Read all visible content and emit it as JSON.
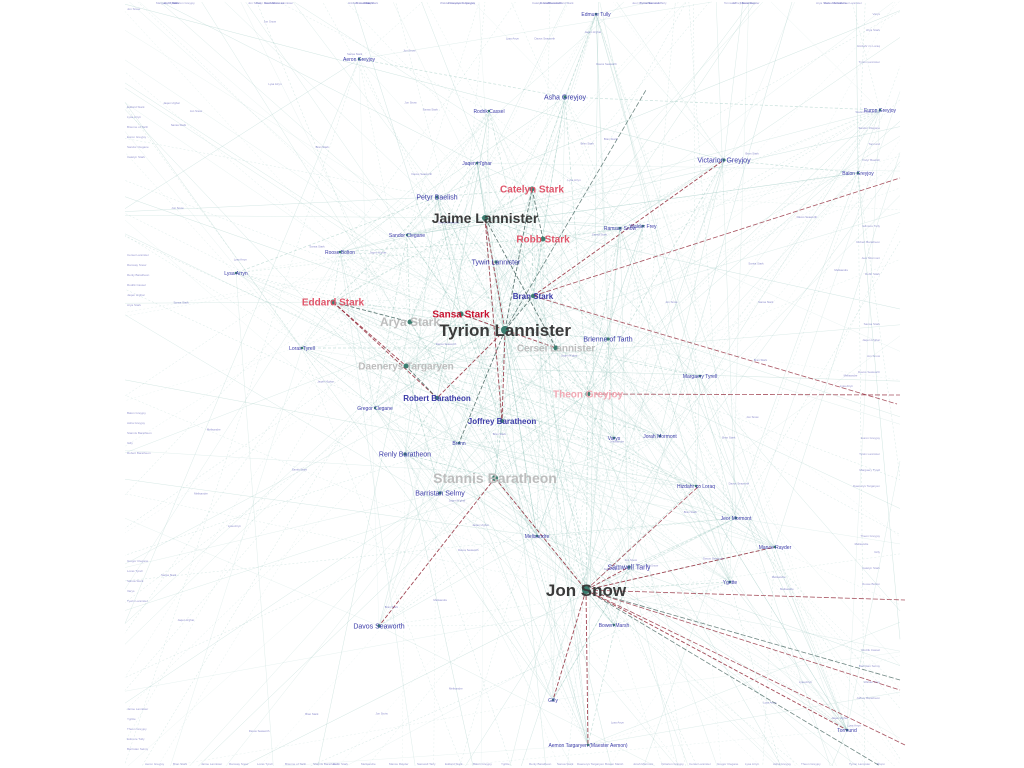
{
  "colors": {
    "background": "#ffffff",
    "edge_faint": "#9cc8c0",
    "edge_red": "#8b1a2b",
    "edge_dark": "#3f5f5a",
    "node": "#3a7d6f",
    "label_major": "#3a3a3a",
    "label_stark": "#e0556a",
    "label_sansa": "#c8102e",
    "label_pale": "#bdbdbd",
    "label_pink": "#f1a9b4",
    "label_blue": "#3b3ba8"
  },
  "nodes": [
    {
      "id": "jon",
      "label": "Jon Snow",
      "tier": "major",
      "color": "major"
    },
    {
      "id": "tyrion",
      "label": "Tyrion Lannister",
      "tier": "major",
      "color": "major"
    },
    {
      "id": "jaime",
      "label": "Jaime Lannister",
      "tier": "major2",
      "color": "major"
    },
    {
      "id": "stannis",
      "label": "Stannis Baratheon",
      "tier": "major2",
      "color": "pale"
    },
    {
      "id": "catelyn",
      "label": "Catelyn Stark",
      "tier": "mid",
      "color": "stark"
    },
    {
      "id": "robb",
      "label": "Robb Stark",
      "tier": "mid",
      "color": "stark"
    },
    {
      "id": "eddard",
      "label": "Eddard Stark",
      "tier": "mid",
      "color": "stark"
    },
    {
      "id": "sansa",
      "label": "Sansa Stark",
      "tier": "mid",
      "color": "sansa"
    },
    {
      "id": "arya",
      "label": "Arya Stark",
      "tier": "mid2",
      "color": "pale"
    },
    {
      "id": "daenerys",
      "label": "Daenerys Targaryen",
      "tier": "mid",
      "color": "pale"
    },
    {
      "id": "cersei",
      "label": "Cersei Lannister",
      "tier": "mid",
      "color": "pale"
    },
    {
      "id": "theon",
      "label": "Theon Greyjoy",
      "tier": "mid",
      "color": "pink"
    },
    {
      "id": "robert",
      "label": "Robert Baratheon",
      "tier": "small",
      "color": "blue"
    },
    {
      "id": "joffrey",
      "label": "Joffrey Baratheon",
      "tier": "small",
      "color": "blue"
    },
    {
      "id": "bran",
      "label": "Bran Stark",
      "tier": "small",
      "color": "blue"
    },
    {
      "id": "brienne",
      "label": "Brienne of Tarth",
      "tier": "tiny",
      "color": "blue"
    },
    {
      "id": "tywin",
      "label": "Tywin Lannister",
      "tier": "tiny",
      "color": "blue"
    },
    {
      "id": "petyr",
      "label": "Petyr Baelish",
      "tier": "tiny",
      "color": "blue"
    },
    {
      "id": "samwell",
      "label": "Samwell Tarly",
      "tier": "tiny",
      "color": "blue"
    },
    {
      "id": "renly",
      "label": "Renly Baratheon",
      "tier": "tiny",
      "color": "blue"
    },
    {
      "id": "barristan",
      "label": "Barristan Selmy",
      "tier": "tiny",
      "color": "blue"
    },
    {
      "id": "davos",
      "label": "Davos Seaworth",
      "tier": "tiny",
      "color": "blue"
    },
    {
      "id": "victarion",
      "label": "Victarion Greyjoy",
      "tier": "tiny",
      "color": "blue"
    },
    {
      "id": "asha",
      "label": "Asha Greyjoy",
      "tier": "tiny",
      "color": "blue"
    },
    {
      "id": "sandor",
      "label": "Sandor Clegane",
      "tier": "micro",
      "color": "blue"
    },
    {
      "id": "roose",
      "label": "Roose Bolton",
      "tier": "micro",
      "color": "blue"
    },
    {
      "id": "aeron",
      "label": "Aeron Greyjoy",
      "tier": "micro",
      "color": "blue"
    },
    {
      "id": "loras",
      "label": "Loras Tyrell",
      "tier": "micro",
      "color": "blue"
    },
    {
      "id": "jaqen",
      "label": "Jaqen H'ghar",
      "tier": "micro",
      "color": "blue"
    },
    {
      "id": "hizdahr",
      "label": "Hizdahr zo Loraq",
      "tier": "micro",
      "color": "blue"
    },
    {
      "id": "mance",
      "label": "Mance Rayder",
      "tier": "micro",
      "color": "blue"
    },
    {
      "id": "ygritte",
      "label": "Ygritte",
      "tier": "micro",
      "color": "blue"
    },
    {
      "id": "aemon",
      "label": "Aemon Targaryen (Maester Aemon)",
      "tier": "micro",
      "color": "blue"
    },
    {
      "id": "gilly",
      "label": "Gilly",
      "tier": "micro",
      "color": "blue"
    },
    {
      "id": "jeor",
      "label": "Jeor Mormont",
      "tier": "micro",
      "color": "blue"
    },
    {
      "id": "jorah",
      "label": "Jorah Mormont",
      "tier": "micro",
      "color": "blue"
    },
    {
      "id": "lysa",
      "label": "Lysa Arryn",
      "tier": "micro",
      "color": "blue"
    },
    {
      "id": "varys",
      "label": "Varys",
      "tier": "micro",
      "color": "blue"
    },
    {
      "id": "margaery",
      "label": "Margaery Tyrell",
      "tier": "micro",
      "color": "blue"
    },
    {
      "id": "bronn",
      "label": "Bronn",
      "tier": "micro",
      "color": "blue"
    },
    {
      "id": "ramsay",
      "label": "Ramsay Snow",
      "tier": "micro",
      "color": "blue"
    },
    {
      "id": "edmure",
      "label": "Edmure Tully",
      "tier": "micro",
      "color": "blue"
    },
    {
      "id": "walder",
      "label": "Walder Frey",
      "tier": "micro",
      "color": "blue"
    },
    {
      "id": "melisandre",
      "label": "Melisandre",
      "tier": "micro",
      "color": "blue"
    },
    {
      "id": "balon",
      "label": "Balon Greyjoy",
      "tier": "micro",
      "color": "blue"
    },
    {
      "id": "euron",
      "label": "Euron Greyjoy",
      "tier": "micro",
      "color": "blue"
    },
    {
      "id": "tormund",
      "label": "Tormund",
      "tier": "micro",
      "color": "blue"
    },
    {
      "id": "bowen",
      "label": "Bowen Marsh",
      "tier": "micro",
      "color": "blue"
    },
    {
      "id": "gregor",
      "label": "Gregor Clegane",
      "tier": "micro",
      "color": "blue"
    },
    {
      "id": "rodrik",
      "label": "Rodrik Cassel",
      "tier": "micro",
      "color": "blue"
    }
  ],
  "edges": [
    [
      "tyrion",
      "jaime",
      "red"
    ],
    [
      "tyrion",
      "sansa",
      "red"
    ],
    [
      "tyrion",
      "joffrey",
      "red"
    ],
    [
      "tyrion",
      "cersei",
      "red"
    ],
    [
      "tyrion",
      "bran",
      "dark"
    ],
    [
      "tyrion",
      "tywin",
      "faint"
    ],
    [
      "tyrion",
      "robert",
      "red"
    ],
    [
      "tyrion",
      "stannis",
      "faint"
    ],
    [
      "tyrion",
      "jon",
      "faint"
    ],
    [
      "tyrion",
      "brienne",
      "faint"
    ],
    [
      "tyrion",
      "catelyn",
      "dark"
    ],
    [
      "tyrion",
      "robb",
      "faint"
    ],
    [
      "tyrion",
      "petyr",
      "faint"
    ],
    [
      "tyrion",
      "arya",
      "faint"
    ],
    [
      "tyrion",
      "theon",
      "faint"
    ],
    [
      "tyrion",
      "daenerys",
      "faint"
    ],
    [
      "tyrion",
      "varys",
      "faint"
    ],
    [
      "tyrion",
      "bronn",
      "dark"
    ],
    [
      "jaime",
      "catelyn",
      "faint"
    ],
    [
      "jaime",
      "robb",
      "faint"
    ],
    [
      "jaime",
      "joffrey",
      "red"
    ],
    [
      "jaime",
      "brienne",
      "faint"
    ],
    [
      "jaime",
      "cersei",
      "dark"
    ],
    [
      "jaime",
      "sandor",
      "faint"
    ],
    [
      "eddard",
      "robert",
      "red"
    ],
    [
      "eddard",
      "arya",
      "dark"
    ],
    [
      "eddard",
      "catelyn",
      "faint"
    ],
    [
      "eddard",
      "sansa",
      "faint"
    ],
    [
      "eddard",
      "daenerys",
      "red"
    ],
    [
      "eddard",
      "petyr",
      "faint"
    ],
    [
      "robert",
      "joffrey",
      "faint"
    ],
    [
      "robert",
      "renly",
      "faint"
    ],
    [
      "robert",
      "daenerys",
      "dark"
    ],
    [
      "stannis",
      "jon",
      "red"
    ],
    [
      "stannis",
      "davos",
      "red"
    ],
    [
      "stannis",
      "renly",
      "faint"
    ],
    [
      "stannis",
      "barristan",
      "faint"
    ],
    [
      "stannis",
      "joffrey",
      "faint"
    ],
    [
      "stannis",
      "melisandre",
      "faint"
    ],
    [
      "jon",
      "samwell",
      "red"
    ],
    [
      "jon",
      "aemon",
      "red"
    ],
    [
      "jon",
      "mance",
      "red"
    ],
    [
      "jon",
      "ygritte",
      "faint"
    ],
    [
      "jon",
      "gilly",
      "red"
    ],
    [
      "jon",
      "jeor",
      "faint"
    ],
    [
      "jon",
      "tormund",
      "red"
    ],
    [
      "jon",
      "bowen",
      "faint"
    ],
    [
      "jon",
      "hizdahr",
      "faint"
    ],
    [
      "jon",
      "bran",
      "faint"
    ],
    [
      "jon",
      "arya",
      "faint"
    ],
    [
      "jon",
      "theon",
      "faint"
    ],
    [
      "bran",
      "catelyn",
      "faint"
    ],
    [
      "bran",
      "robb",
      "faint"
    ],
    [
      "bran",
      "victarion",
      "red"
    ],
    [
      "bran",
      "asha",
      "faint"
    ],
    [
      "bran",
      "theon",
      "faint"
    ],
    [
      "bran",
      "rodrik",
      "faint"
    ],
    [
      "theon",
      "victarion",
      "faint"
    ],
    [
      "theon",
      "asha",
      "faint"
    ],
    [
      "theon",
      "ramsay",
      "faint"
    ],
    [
      "catelyn",
      "robb",
      "dark"
    ],
    [
      "catelyn",
      "petyr",
      "faint"
    ],
    [
      "catelyn",
      "edmure",
      "faint"
    ],
    [
      "robb",
      "walder",
      "faint"
    ],
    [
      "robb",
      "roose",
      "faint"
    ],
    [
      "sansa",
      "sandor",
      "faint"
    ],
    [
      "sansa",
      "joffrey",
      "faint"
    ],
    [
      "sansa",
      "petyr",
      "faint"
    ],
    [
      "daenerys",
      "jorah",
      "faint"
    ],
    [
      "daenerys",
      "barristan",
      "faint"
    ],
    [
      "daenerys",
      "hizdahr",
      "faint"
    ],
    [
      "cersei",
      "joffrey",
      "faint"
    ],
    [
      "cersei",
      "loras",
      "faint"
    ],
    [
      "cersei",
      "margaery",
      "faint"
    ],
    [
      "arya",
      "jaqen",
      "faint"
    ],
    [
      "arya",
      "sandor",
      "faint"
    ],
    [
      "petyr",
      "lysa",
      "faint"
    ],
    [
      "asha",
      "euron",
      "faint"
    ],
    [
      "asha",
      "aeron",
      "faint"
    ],
    [
      "balon",
      "victarion",
      "faint"
    ],
    [
      "gregor",
      "sandor",
      "faint"
    ],
    [
      "samwell",
      "gilly",
      "faint"
    ],
    [
      "samwell",
      "aemon",
      "faint"
    ]
  ],
  "tick_labels": [
    "Jon Snow",
    "Tyrion Lannister",
    "Jaime Lannister",
    "Stannis Baratheon",
    "Catelyn Stark",
    "Robb Stark",
    "Eddard Stark",
    "Sansa Stark",
    "Arya Stark",
    "Daenerys Targaryen",
    "Cersei Lannister",
    "Theon Greyjoy",
    "Robert Baratheon",
    "Joffrey Baratheon",
    "Bran Stark",
    "Brienne of Tarth",
    "Tywin Lannister",
    "Petyr Baelish",
    "Samwell Tarly",
    "Renly Baratheon",
    "Barristan Selmy",
    "Davos Seaworth",
    "Victarion Greyjoy",
    "Asha Greyjoy",
    "Sandor Clegane",
    "Roose Bolton",
    "Aeron Greyjoy",
    "Loras Tyrell",
    "Jaqen H'ghar",
    "Hizdahr zo Loraq",
    "Mance Rayder",
    "Ygritte",
    "Gilly",
    "Jeor Mormont",
    "Jorah Mormont",
    "Lysa Arryn",
    "Varys",
    "Margaery Tyrell",
    "Bronn",
    "Ramsay Snow",
    "Edmure Tully",
    "Walder Frey",
    "Melisandre",
    "Balon Greyjoy",
    "Euron Greyjoy",
    "Tormund",
    "Bowen Marsh",
    "Gregor Clegane",
    "Rodrik Cassel"
  ]
}
